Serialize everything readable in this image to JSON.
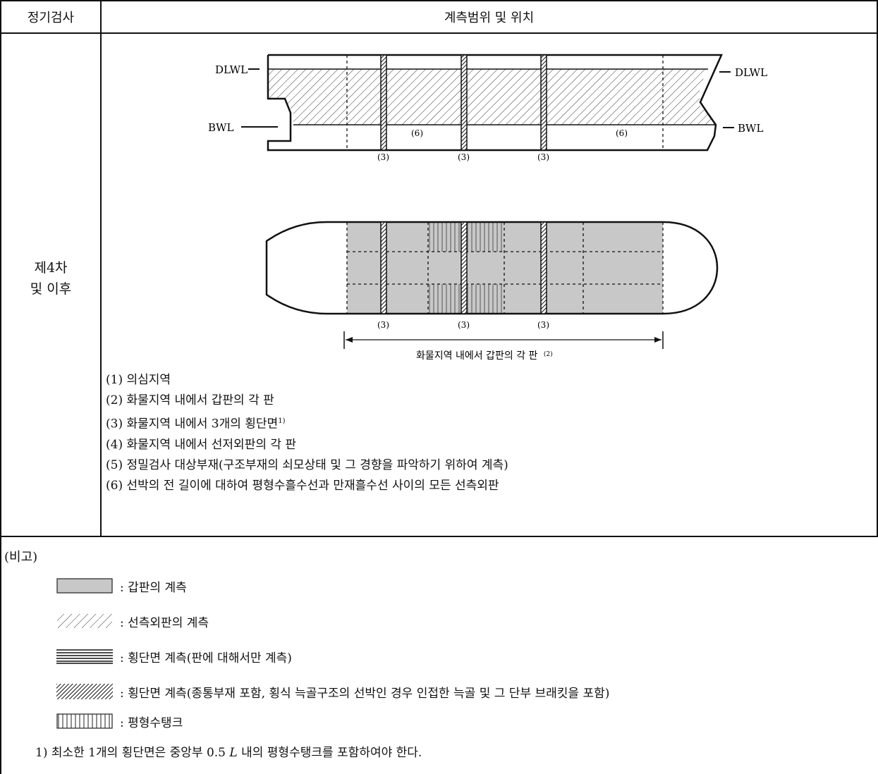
{
  "table": {
    "col1_header": "정기검사",
    "col2_header": "계측범위 및 위치",
    "row_label_line1": "제4차",
    "row_label_line2": "및 이후"
  },
  "diagram": {
    "dlwl": "DLWL",
    "bwl": "BWL",
    "mark3": "(3)",
    "mark6": "(6)",
    "deck_span_label": "화물지역 내에서 갑판의 각 판",
    "deck_span_ref": "(2)"
  },
  "notes": [
    "(1) 의심지역",
    "(2) 화물지역 내에서 갑판의 각 판",
    "(3) 화물지역 내에서 3개의 횡단면",
    "(4) 화물지역 내에서 선저외판의 각 판",
    "(5) 정밀검사 대상부재(구조부재의 쇠모상태 및 그 경향을 파악하기 위하여 계측)",
    "(6) 선박의 전 길이에 대하여 평형수흘수선과 만재흘수선 사이의 모든 선측외판"
  ],
  "note3_sup": "1)",
  "remarks": {
    "title": "(비고)",
    "legend": [
      {
        "key": "deck",
        "text": ": 갑판의 계측",
        "color": "#c8c8c8"
      },
      {
        "key": "side",
        "text": ": 선측외판의 계측"
      },
      {
        "key": "transverse-plate",
        "text": ": 횡단면 계측(판에 대해서만 계측)"
      },
      {
        "key": "transverse-full",
        "text": ": 횡단면 계측(종통부재 포함, 횡식 늑골구조의 선박인 경우 인접한 늑골 및 그 단부 브래킷을 포함)"
      },
      {
        "key": "ballast",
        "text": ": 평형수탱크"
      }
    ],
    "footnote_prefix": "1) 최소한 1개의 횡단면은 중앙부 0.5 ",
    "footnote_L": "L",
    "footnote_suffix": " 내의 평형수탱크를 포함하여야 한다."
  }
}
